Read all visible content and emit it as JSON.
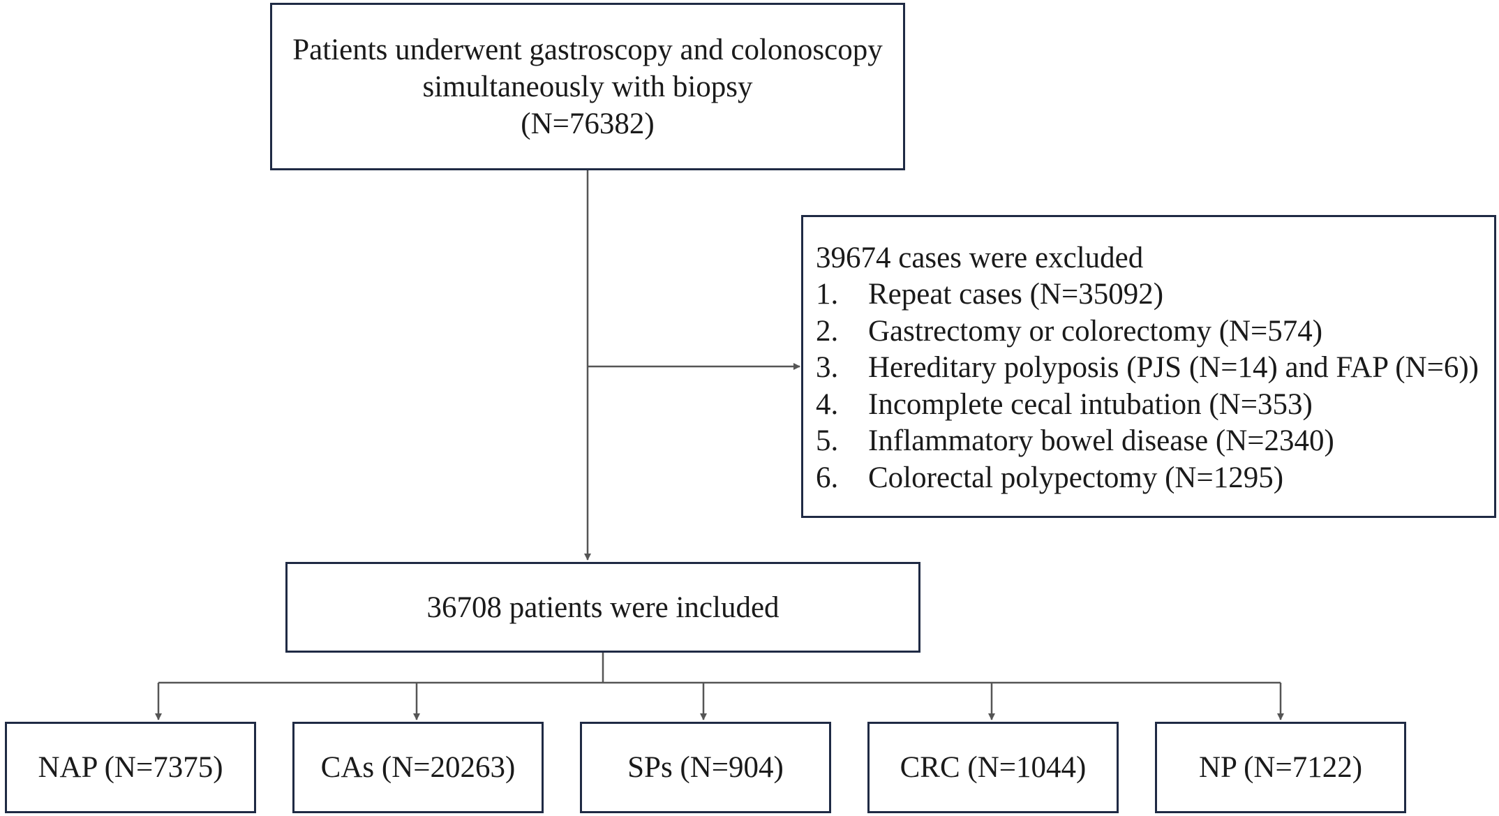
{
  "top_box": {
    "line1": "Patients underwent gastroscopy and colonoscopy",
    "line2": "simultaneously with biopsy",
    "line3": "(N=76382)"
  },
  "exclusion_box": {
    "title": "39674 cases were excluded",
    "items": [
      {
        "num": "1.",
        "text": "Repeat cases (N=35092)"
      },
      {
        "num": "2.",
        "text": "Gastrectomy or colorectomy (N=574)"
      },
      {
        "num": "3.",
        "text": "Hereditary polyposis (PJS (N=14) and FAP (N=6))"
      },
      {
        "num": "4.",
        "text": "Incomplete cecal intubation (N=353)"
      },
      {
        "num": "5.",
        "text": "Inflammatory bowel disease (N=2340)"
      },
      {
        "num": "6.",
        "text": "Colorectal polypectomy (N=1295)"
      }
    ]
  },
  "included_box": {
    "text": "36708 patients were included"
  },
  "groups": [
    {
      "label": "NAP (N=7375)"
    },
    {
      "label": "CAs (N=20263)"
    },
    {
      "label": "SPs (N=904)"
    },
    {
      "label": "CRC (N=1044)"
    },
    {
      "label": "NP (N=7122)"
    }
  ],
  "colors": {
    "box_border": "#1f2a44",
    "connector": "#555555",
    "text": "#1a1a1a"
  }
}
